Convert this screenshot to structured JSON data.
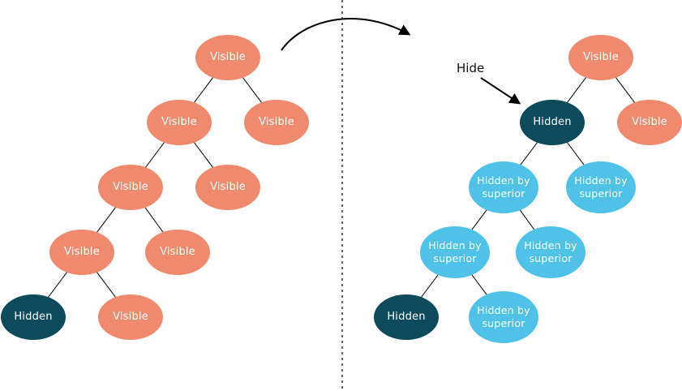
{
  "annotations": {
    "hide_label": "Hide"
  },
  "colors": {
    "visible": "#EF8A6E",
    "hidden": "#0D4B5C",
    "hidden_by_superior": "#50C2E8",
    "node_text": "#FFFFFF",
    "line": "#000000",
    "background": "#FFFFFF"
  },
  "left_tree": {
    "name": "before-hide",
    "nodes": [
      {
        "label": "Visible",
        "state": "visible"
      },
      {
        "label": "Visible",
        "state": "visible"
      },
      {
        "label": "Visible",
        "state": "visible"
      },
      {
        "label": "Visible",
        "state": "visible"
      },
      {
        "label": "Visible",
        "state": "visible"
      },
      {
        "label": "Visible",
        "state": "visible"
      },
      {
        "label": "Visible",
        "state": "visible"
      },
      {
        "label": "Hidden",
        "state": "hidden"
      },
      {
        "label": "Visible",
        "state": "visible"
      }
    ]
  },
  "right_tree": {
    "name": "after-hide",
    "nodes": [
      {
        "label": "Visible",
        "state": "visible"
      },
      {
        "label": "Hidden",
        "state": "hidden"
      },
      {
        "label": "Visible",
        "state": "visible"
      },
      {
        "label": "Hidden by superior",
        "state": "hidden-by-superior"
      },
      {
        "label": "Hidden by superior",
        "state": "hidden-by-superior"
      },
      {
        "label": "Hidden by superior",
        "state": "hidden-by-superior"
      },
      {
        "label": "Hidden by superior",
        "state": "hidden-by-superior"
      },
      {
        "label": "Hidden",
        "state": "hidden"
      },
      {
        "label": "Hidden by superior",
        "state": "hidden-by-superior"
      }
    ]
  }
}
